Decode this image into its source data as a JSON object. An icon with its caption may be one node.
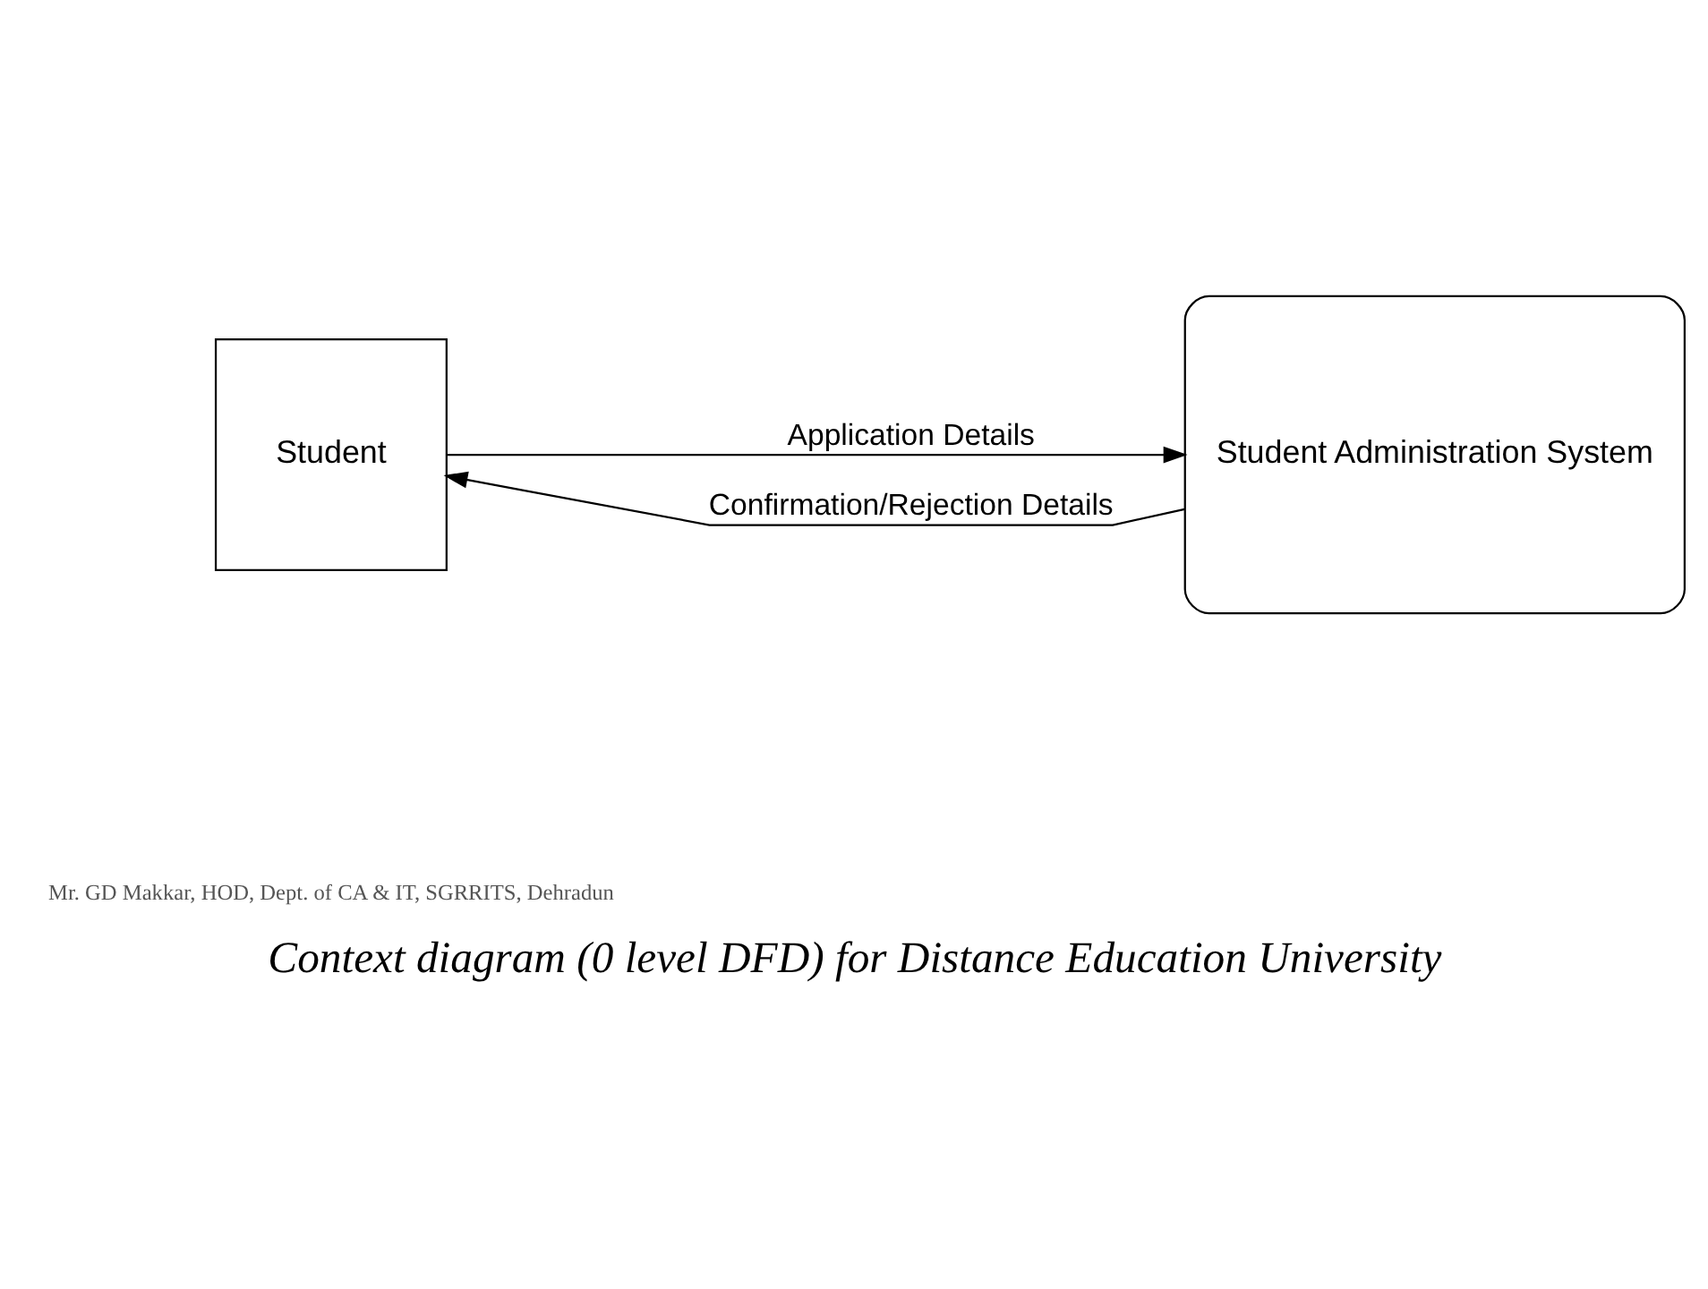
{
  "diagram": {
    "caption": "Context diagram (0 level DFD) for Distance Education University",
    "nodes": [
      {
        "text": [
          "Student"
        ]
      },
      {
        "text": [
          "Student Administration System"
        ]
      }
    ],
    "edges": [
      {
        "from": 0,
        "to": 1,
        "arrow": "to",
        "label": "Application Details"
      },
      {
        "from": 1,
        "to": 0,
        "arrow": "to",
        "label": "Confirmation/Rejection Details"
      }
    ],
    "labels": [
      "Mr. GD Makkar, HOD, Dept. of CA & IT, SGRRITS, Dehradun"
    ]
  }
}
